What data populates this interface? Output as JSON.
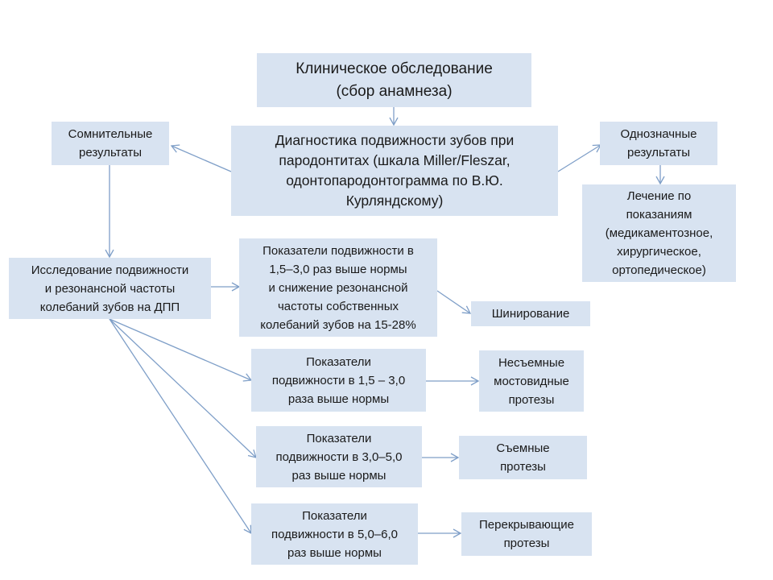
{
  "nodes": {
    "clinical_exam": [
      "Клиническое обследование",
      "(сбор анамнеза)"
    ],
    "mobility_diagnostics": [
      "Диагностика подвижности  зубов при",
      "пародонтитах  (шкала Miller/Fleszar,",
      "одонтопародонтограмма  по В.Ю.",
      "Курляндскому)"
    ],
    "doubtful_results": [
      "Сомнительные",
      "результаты"
    ],
    "unambiguous_results": [
      "Однозначные",
      "результаты"
    ],
    "treatment": [
      "Лечение по",
      "показаниям",
      "(медикаментозное,",
      "хирургическое,",
      "ортопедическое)"
    ],
    "resonance_study": [
      "Исследование подвижности",
      "и резонансной частоты",
      "колебаний зубов на ДПП"
    ],
    "indicator_1": [
      "Показатели подвижности в",
      "1,5–3,0 раз выше нормы",
      "и снижение резонансной",
      "частоты собственных",
      "колебаний зубов на 15-28%"
    ],
    "splinting": [
      "Шинирование"
    ],
    "indicator_2": [
      "Показатели",
      "подвижности в 1,5 – 3,0",
      "раза выше нормы"
    ],
    "fixed_bridges": [
      "Несъемные",
      "мостовидные",
      "протезы"
    ],
    "indicator_3": [
      "Показатели",
      "подвижности в 3,0–5,0",
      "раз выше нормы"
    ],
    "removable_dentures": [
      "Съемные",
      "протезы"
    ],
    "indicator_4": [
      "Показатели",
      "подвижности в 5,0–6,0",
      "раз выше нормы"
    ],
    "overlay_dentures": [
      "Перекрывающие",
      "протезы"
    ]
  },
  "colors": {
    "box_fill": "#d8e3f1",
    "arrow": "#7f9fc8",
    "text": "#1a1a1a"
  }
}
